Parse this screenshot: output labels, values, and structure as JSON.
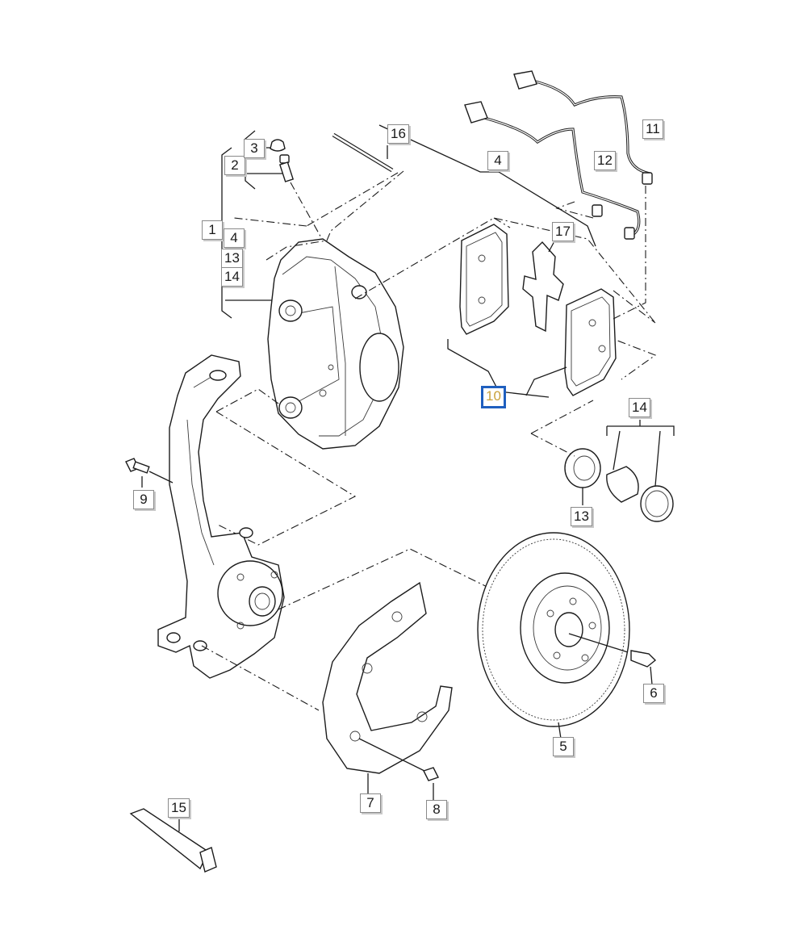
{
  "callouts": {
    "c1": "1",
    "c2": "2",
    "c3": "3",
    "c4a": "4",
    "c4b": "4",
    "c5": "5",
    "c6": "6",
    "c7": "7",
    "c8": "8",
    "c9": "9",
    "c10": "10",
    "c11": "11",
    "c12": "12",
    "c13a": "13",
    "c13b": "13",
    "c14a": "14",
    "c14b": "14",
    "c15": "15",
    "c16": "16",
    "c17": "17"
  },
  "selected_callout": "10"
}
